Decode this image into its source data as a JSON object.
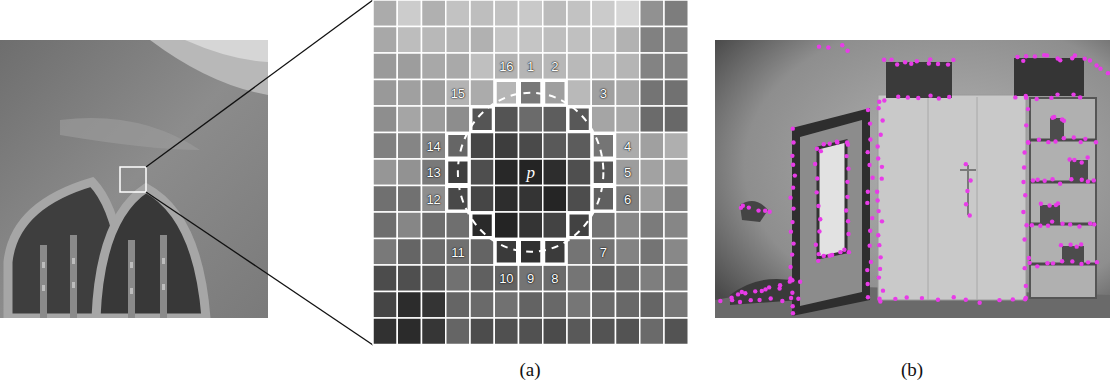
{
  "diagram": {
    "labels": [
      "16",
      "1",
      "2",
      "15",
      "3",
      "14",
      "4",
      "13",
      "p",
      "5",
      "12",
      "6",
      "11",
      "7",
      "10",
      "9",
      "8",
      "(a)",
      "(b)"
    ]
  }
}
